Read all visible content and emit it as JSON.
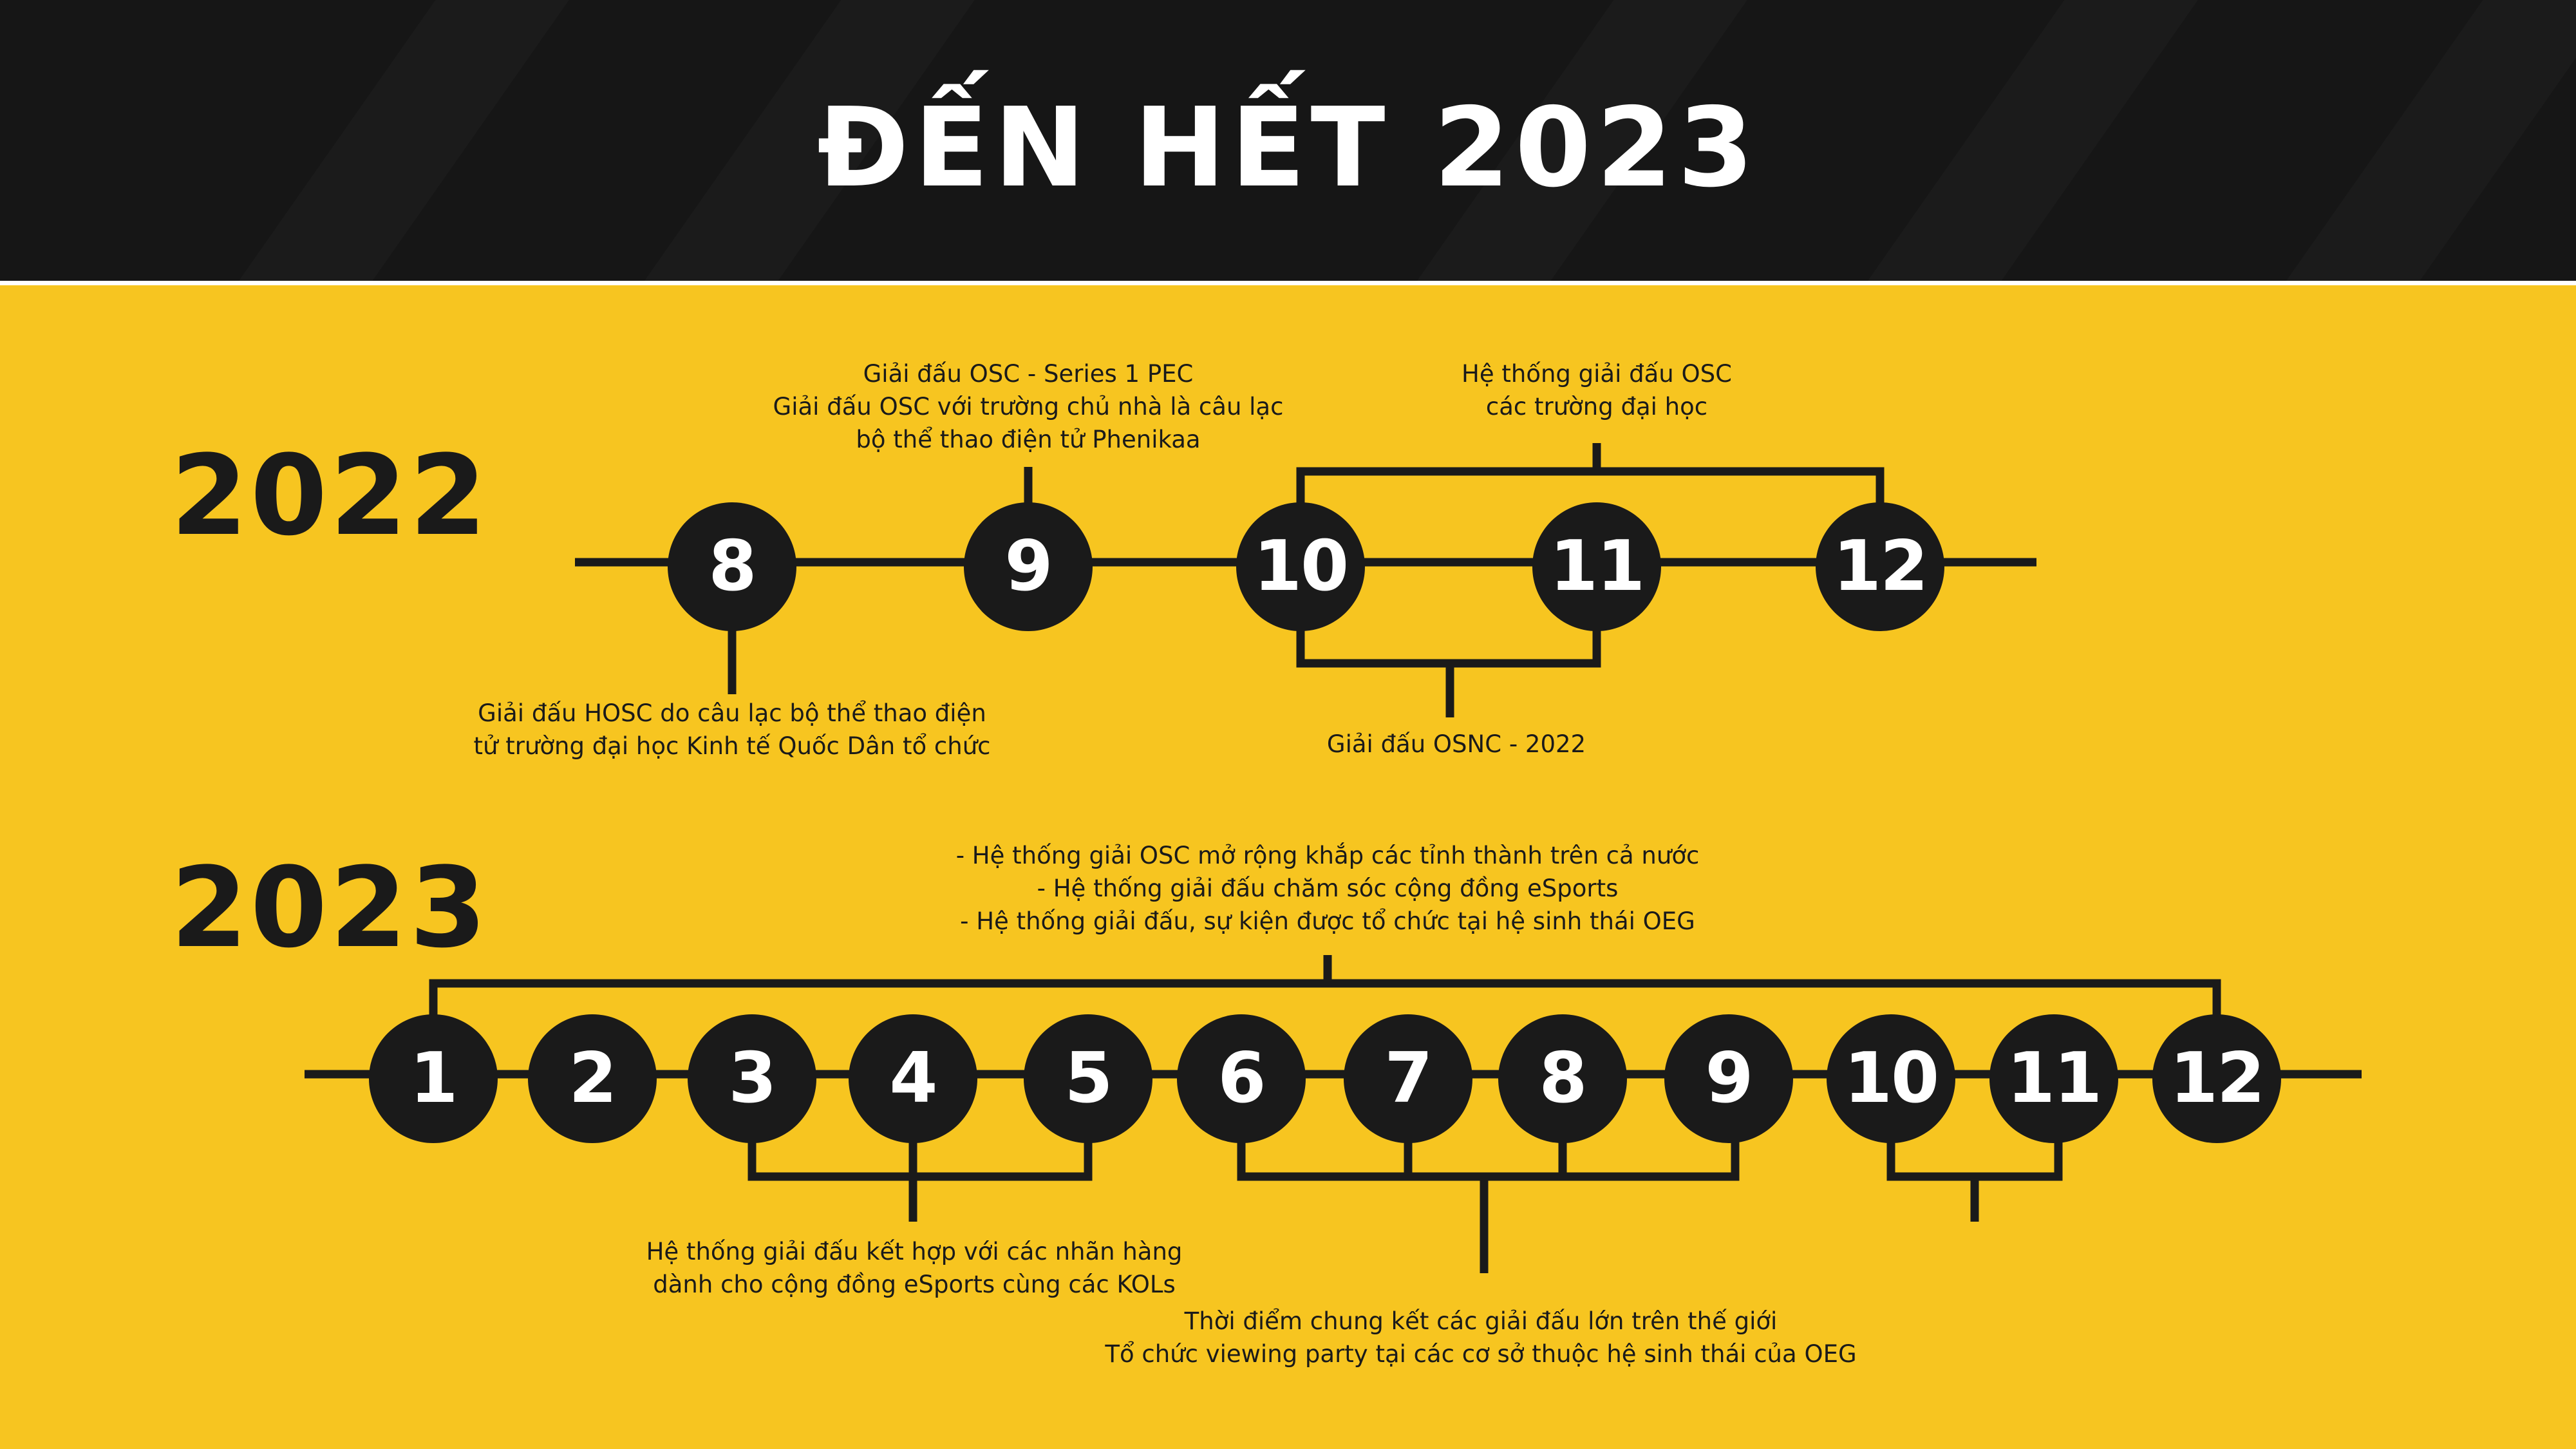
{
  "title": "ĐẾN HẾT 2023",
  "colors": {
    "background": "#f7c520",
    "header_background": "#161616",
    "ink": "#1a1a1a",
    "node_text": "#ffffff"
  },
  "year_2022": {
    "year": "2022",
    "months": [
      "8",
      "9",
      "10",
      "11",
      "12"
    ],
    "events": {
      "hosc": {
        "line1": "Giải đấu HOSC do câu lạc bộ thể thao điện",
        "line2": "tử trường đại học Kinh tế Quốc Dân tổ chức"
      },
      "osc_series": {
        "line1": "Giải đấu OSC - Series 1 PEC",
        "line2": "Giải đấu OSC với trường chủ nhà là câu lạc",
        "line3": "bộ thể thao điện tử Phenikaa"
      },
      "osc_universities": {
        "line1": "Hệ thống giải đấu OSC",
        "line2": "các trường đại học"
      },
      "osnc": {
        "line1": "Giải đấu OSNC - 2022"
      }
    }
  },
  "year_2023": {
    "year": "2023",
    "months": [
      "1",
      "2",
      "3",
      "4",
      "5",
      "6",
      "7",
      "8",
      "9",
      "10",
      "11",
      "12"
    ],
    "events": {
      "all_year": {
        "line1": "- Hệ thống giải OSC mở rộng khắp các tỉnh thành trên cả nước",
        "line2": "- Hệ thống giải đấu chăm sóc cộng đồng eSports",
        "line3": "- Hệ thống giải đấu, sự kiện được tổ chức tại hệ sinh thái OEG"
      },
      "brands": {
        "line1": "Hệ thống giải đấu kết hợp với các nhãn hàng",
        "line2": "dành cho cộng đồng eSports cùng các KOLs"
      },
      "world_finals": {
        "line1": "Thời điểm chung kết các giải đấu lớn trên thế giới",
        "line2": "Tổ chức viewing party tại các cơ sở thuộc hệ sinh thái của OEG"
      }
    }
  }
}
